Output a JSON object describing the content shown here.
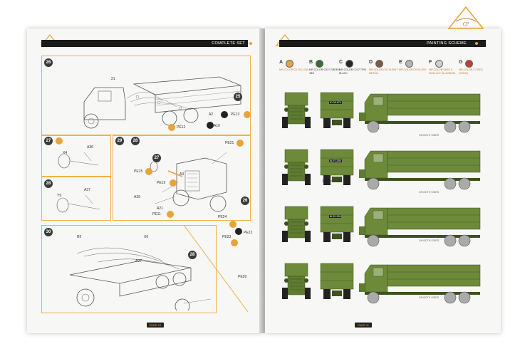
{
  "left_page": {
    "header_title": "COMPLETE SET",
    "page_label": "PAGE 10",
    "steps": [
      {
        "num": "26",
        "parts": [
          "21",
          "25",
          "A2",
          "PE13",
          "PE12",
          "A10"
        ]
      },
      {
        "num": "27",
        "parts": [
          "X4",
          "A36"
        ]
      },
      {
        "num": "28",
        "parts": [
          "Y9",
          "A37"
        ]
      },
      {
        "num": "29",
        "parts": [
          "28",
          "27",
          "A3",
          "PE21",
          "PE15",
          "PE19",
          "A39",
          "A21",
          "PE11",
          "PE24",
          "PE23",
          "PE22",
          "26"
        ]
      },
      {
        "num": "30",
        "parts": [
          "B9",
          "X6",
          "A27",
          "28",
          "PE20"
        ]
      }
    ]
  },
  "right_page": {
    "header_title": "PAINTING SCHEME",
    "page_label": "PAGE 11",
    "swatches": [
      {
        "letter": "A",
        "label": "MR.COLOR C4 YELLOW",
        "color": "#e3a640"
      },
      {
        "letter": "B",
        "label": "MR.COLOR C517 GREEN 4BO",
        "color": "#3d6b35"
      },
      {
        "letter": "C",
        "label": "MR.COLOR C137 TIRE BLACK",
        "color": "#262626"
      },
      {
        "letter": "D",
        "label": "MR.COLOR C61 BURNT METALL",
        "color": "#7b5a46"
      },
      {
        "letter": "E",
        "label": "MR.COLOR C8 SILVER",
        "color": "#b5b5b5"
      },
      {
        "letter": "F",
        "label": "MR.COLOR SM02 S SMALLOY ALUMINUM",
        "color": "#cfcfcf"
      },
      {
        "letter": "G",
        "label": "MR.COLOR C3 RED (SHINY)",
        "color": "#c63b32"
      }
    ],
    "schemes": [
      {
        "plate": "Ю 05-879",
        "note": "ON BOTH SIDES",
        "numbers": ""
      },
      {
        "plate": "Щ 97-258",
        "note": "ON BOTH SIDES",
        "numbers": "21, 31, 41, 51, 61, 71, 81"
      },
      {
        "plate": "Ш 52-254",
        "note": "ON BOTH SIDES",
        "numbers": ""
      },
      {
        "plate": "",
        "note": "ON BOTH SIDES",
        "numbers": ""
      }
    ]
  },
  "colors": {
    "accent": "#f0b04a",
    "truck_green": "#6d8a3a",
    "truck_green_dark": "#4f6a2a"
  }
}
